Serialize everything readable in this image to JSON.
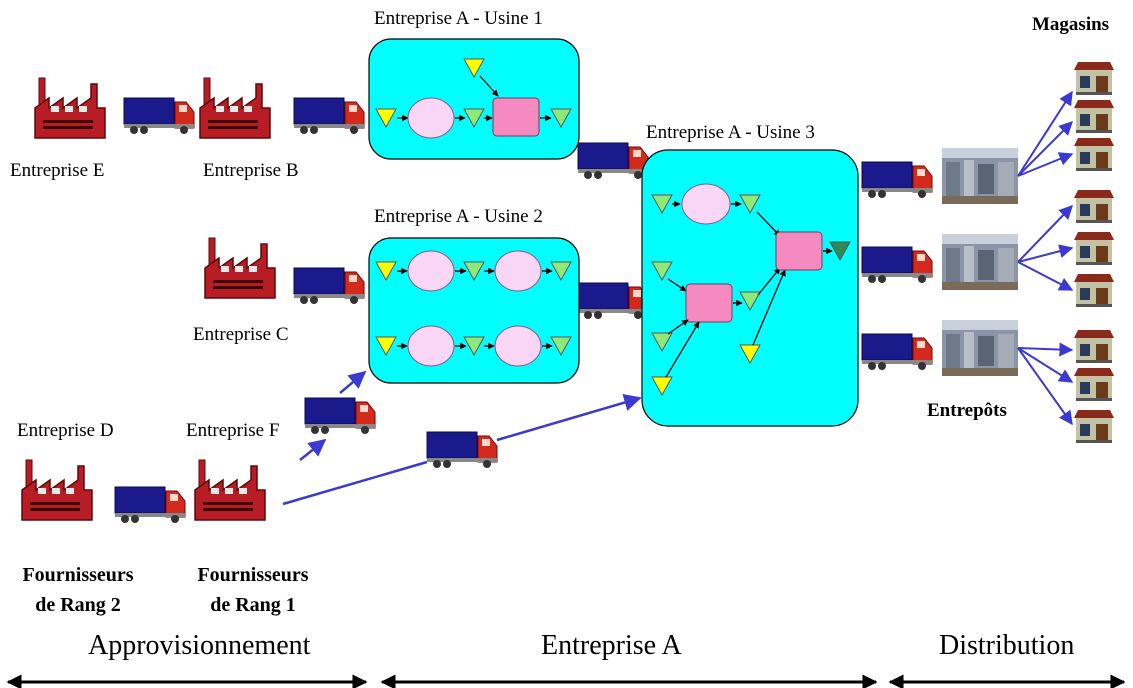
{
  "diagram": {
    "plants": {
      "usine1": "Entreprise A - Usine 1",
      "usine2": "Entreprise A - Usine 2",
      "usine3": "Entreprise A - Usine 3"
    },
    "companies": {
      "e": "Entreprise E",
      "b": "Entreprise B",
      "c": "Entreprise C",
      "d": "Entreprise D",
      "f": "Entreprise F"
    },
    "tiers": {
      "rank2": [
        "Fournisseurs",
        "de Rang 2"
      ],
      "rank1": [
        "Fournisseurs",
        "de Rang 1"
      ]
    },
    "stores": "Magasins",
    "warehouses": "Entrepôts",
    "sections": {
      "approvisionnement": "Approvisionnement",
      "entreprise": "Entreprise A",
      "distribution": "Distribution"
    },
    "colors": {
      "plant_fill": "#00ffff",
      "factory": "#b81c24",
      "truck_cab": "#d42a1e",
      "truck_container": "#1a1a8c",
      "flow_arrow": "#3a3ad0",
      "stock_yellow": "#ffff00",
      "stock_green": "#8ee87a",
      "operation": "#f9d6f5",
      "process": "#f48ac0"
    }
  }
}
